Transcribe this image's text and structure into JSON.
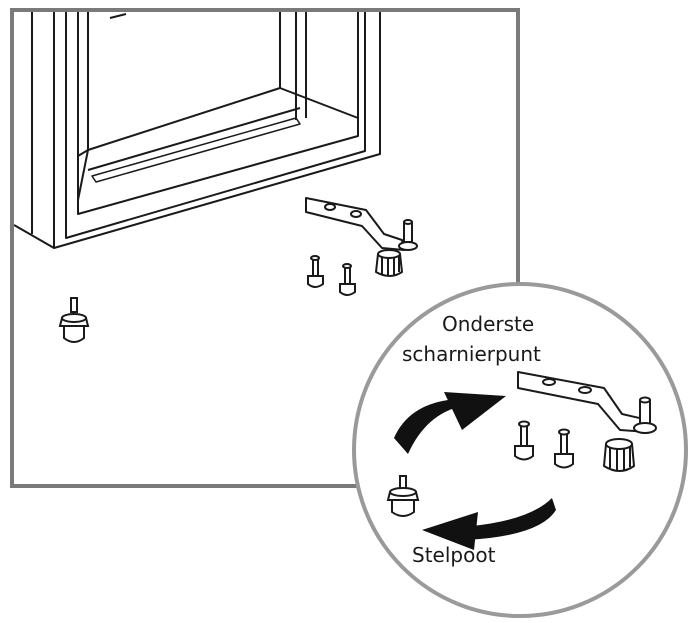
{
  "labels": {
    "hinge": [
      "Onderste",
      "scharnierpunt"
    ],
    "foot": "Stelpoot"
  },
  "colors": {
    "line": "#1a1a1a",
    "frame": "#7a7a7a",
    "circle": "#9a9a9a",
    "arrow": "#111111",
    "background": "#ffffff"
  }
}
